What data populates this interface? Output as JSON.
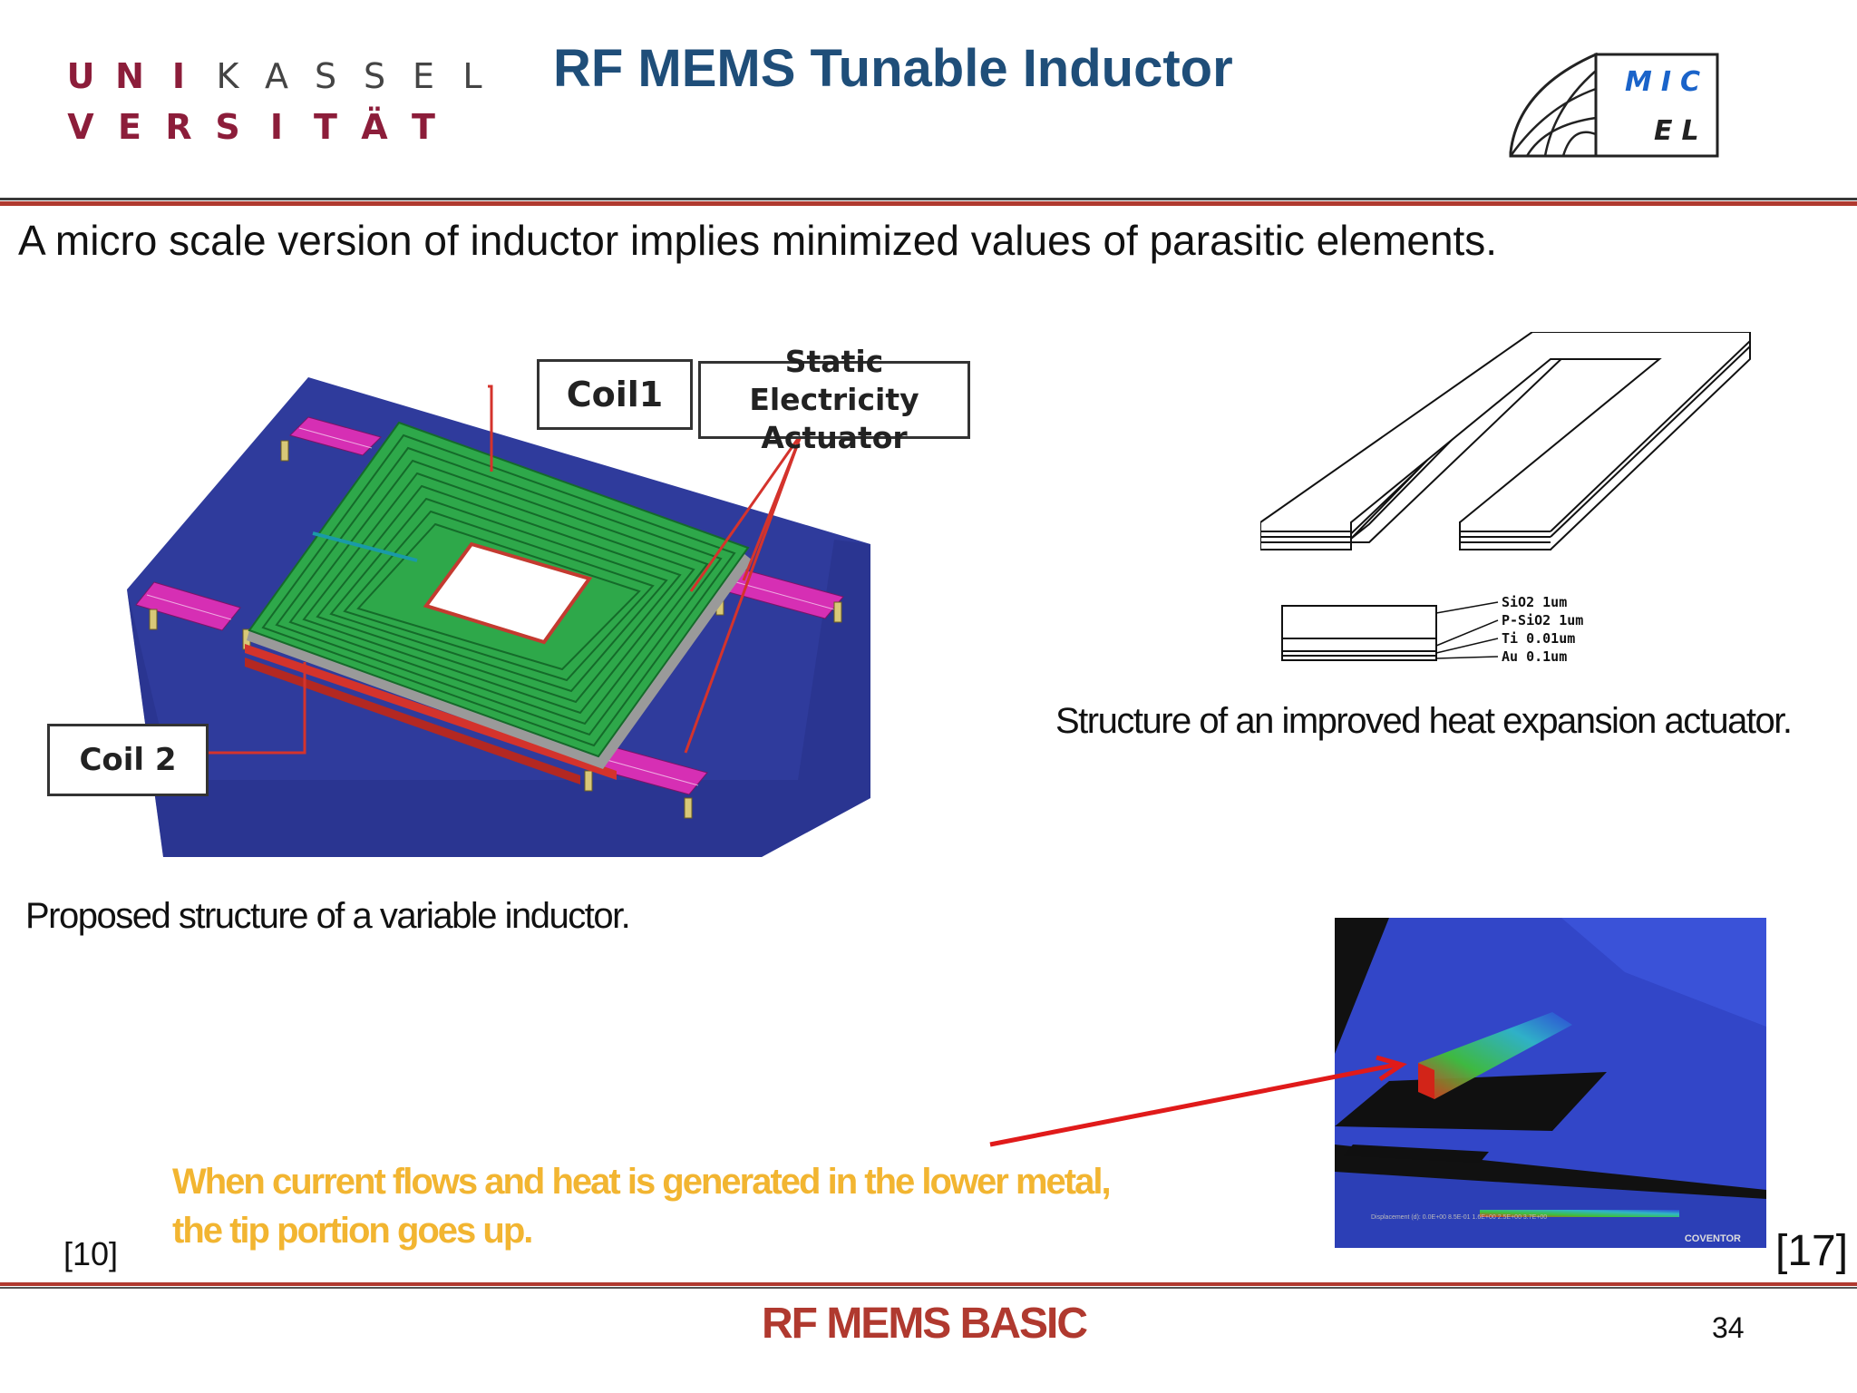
{
  "header": {
    "logo_row1": [
      "U",
      "N",
      "I",
      "K",
      "A",
      "S",
      "S",
      "E",
      "L"
    ],
    "logo_row2": [
      "V",
      "E",
      "R",
      "S",
      "I",
      "T",
      "Ä",
      "T"
    ],
    "title": "RF MEMS Tunable  Inductor",
    "logo_right": {
      "line1": "MIC",
      "line2": "EL"
    }
  },
  "intro_text": "A micro scale version of inductor implies minimized values of parasitic elements.",
  "figure_left": {
    "callouts": {
      "coil1": "Coil1",
      "actuator_line1": "Static Electricity",
      "actuator_line2": "Actuator",
      "coil2": "Coil 2"
    },
    "caption": "Proposed structure of a variable inductor."
  },
  "figure_right": {
    "layers": [
      "SiO2 1um",
      "P-SiO2 1um",
      "Ti 0.01um",
      "Au 0.1um"
    ],
    "caption": "Structure of an improved heat expansion actuator."
  },
  "simulation": {
    "scale_text": "Displacement (d): 0.0E+00   8.5E-01   1.6E+00   2.5E+00   3.7E+00",
    "brand": "COVENTOR"
  },
  "highlight": {
    "line1": "When current flows and heat is generated in the lower metal,",
    "line2": "the tip portion goes up."
  },
  "refs": {
    "left": "[10]",
    "right": "[17]"
  },
  "footer": {
    "title": "RF MEMS BASIC",
    "page": "34"
  },
  "colors": {
    "title_blue": "#1f4e79",
    "brand_red": "#b0392f",
    "highlight_yellow": "#f2b531",
    "substrate_blue": "#2f3b9c",
    "coil_green": "#2ea84a",
    "pad_magenta": "#d62fb4"
  }
}
